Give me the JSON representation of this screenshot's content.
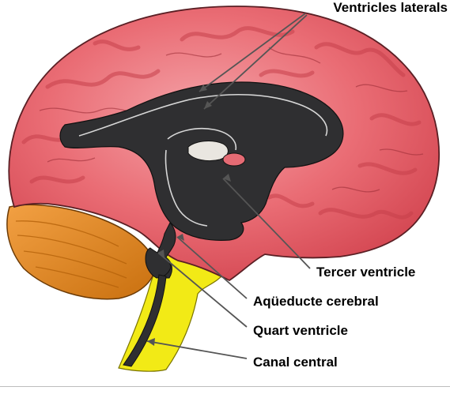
{
  "labels": {
    "lateral_ventricles": "Ventricles laterals",
    "third_ventricle": "Tercer ventricle",
    "aqueduct": "Aqüeducte cerebral",
    "fourth_ventricle": "Quart ventricle",
    "central_canal": "Canal central"
  },
  "colors": {
    "cerebrum": "#e85f68",
    "cerebrum_highlight": "#f5a7ab",
    "cerebellum": "#e08a1e",
    "brainstem": "#f2ea16",
    "ventricles": "#2f2f31",
    "leader_lines": "#555555"
  }
}
